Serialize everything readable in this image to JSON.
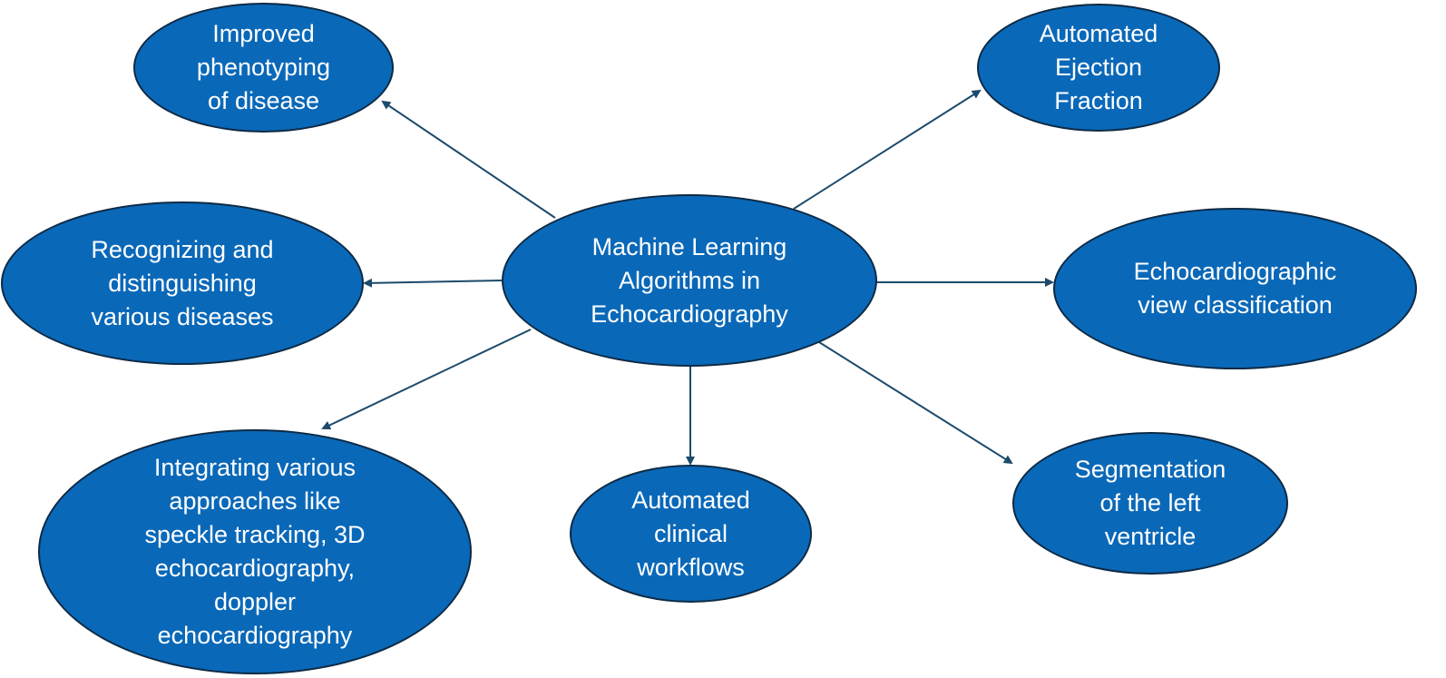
{
  "colors": {
    "node_fill": "#0a68b8",
    "node_border": "#0d2a44",
    "text": "#ffffff",
    "arrow": "#1c4a6b"
  },
  "center": {
    "label": "Machine Learning\nAlgorithms in\nEchocardiography"
  },
  "outcomes": [
    {
      "id": "phenotyping",
      "label": "Improved\nphenotyping\nof disease"
    },
    {
      "id": "ejection-fraction",
      "label": "Automated\nEjection\nFraction"
    },
    {
      "id": "recognizing",
      "label": "Recognizing and\ndistinguishing\nvarious diseases"
    },
    {
      "id": "view-classification",
      "label": "Echocardiographic\nview classification"
    },
    {
      "id": "integrating",
      "label": "Integrating various\napproaches like\nspeckle tracking, 3D\nechocardiography,\ndoppler\nechocardiography"
    },
    {
      "id": "workflows",
      "label": "Automated\nclinical\nworkflows"
    },
    {
      "id": "segmentation",
      "label": "Segmentation\nof the left\nventricle"
    }
  ]
}
